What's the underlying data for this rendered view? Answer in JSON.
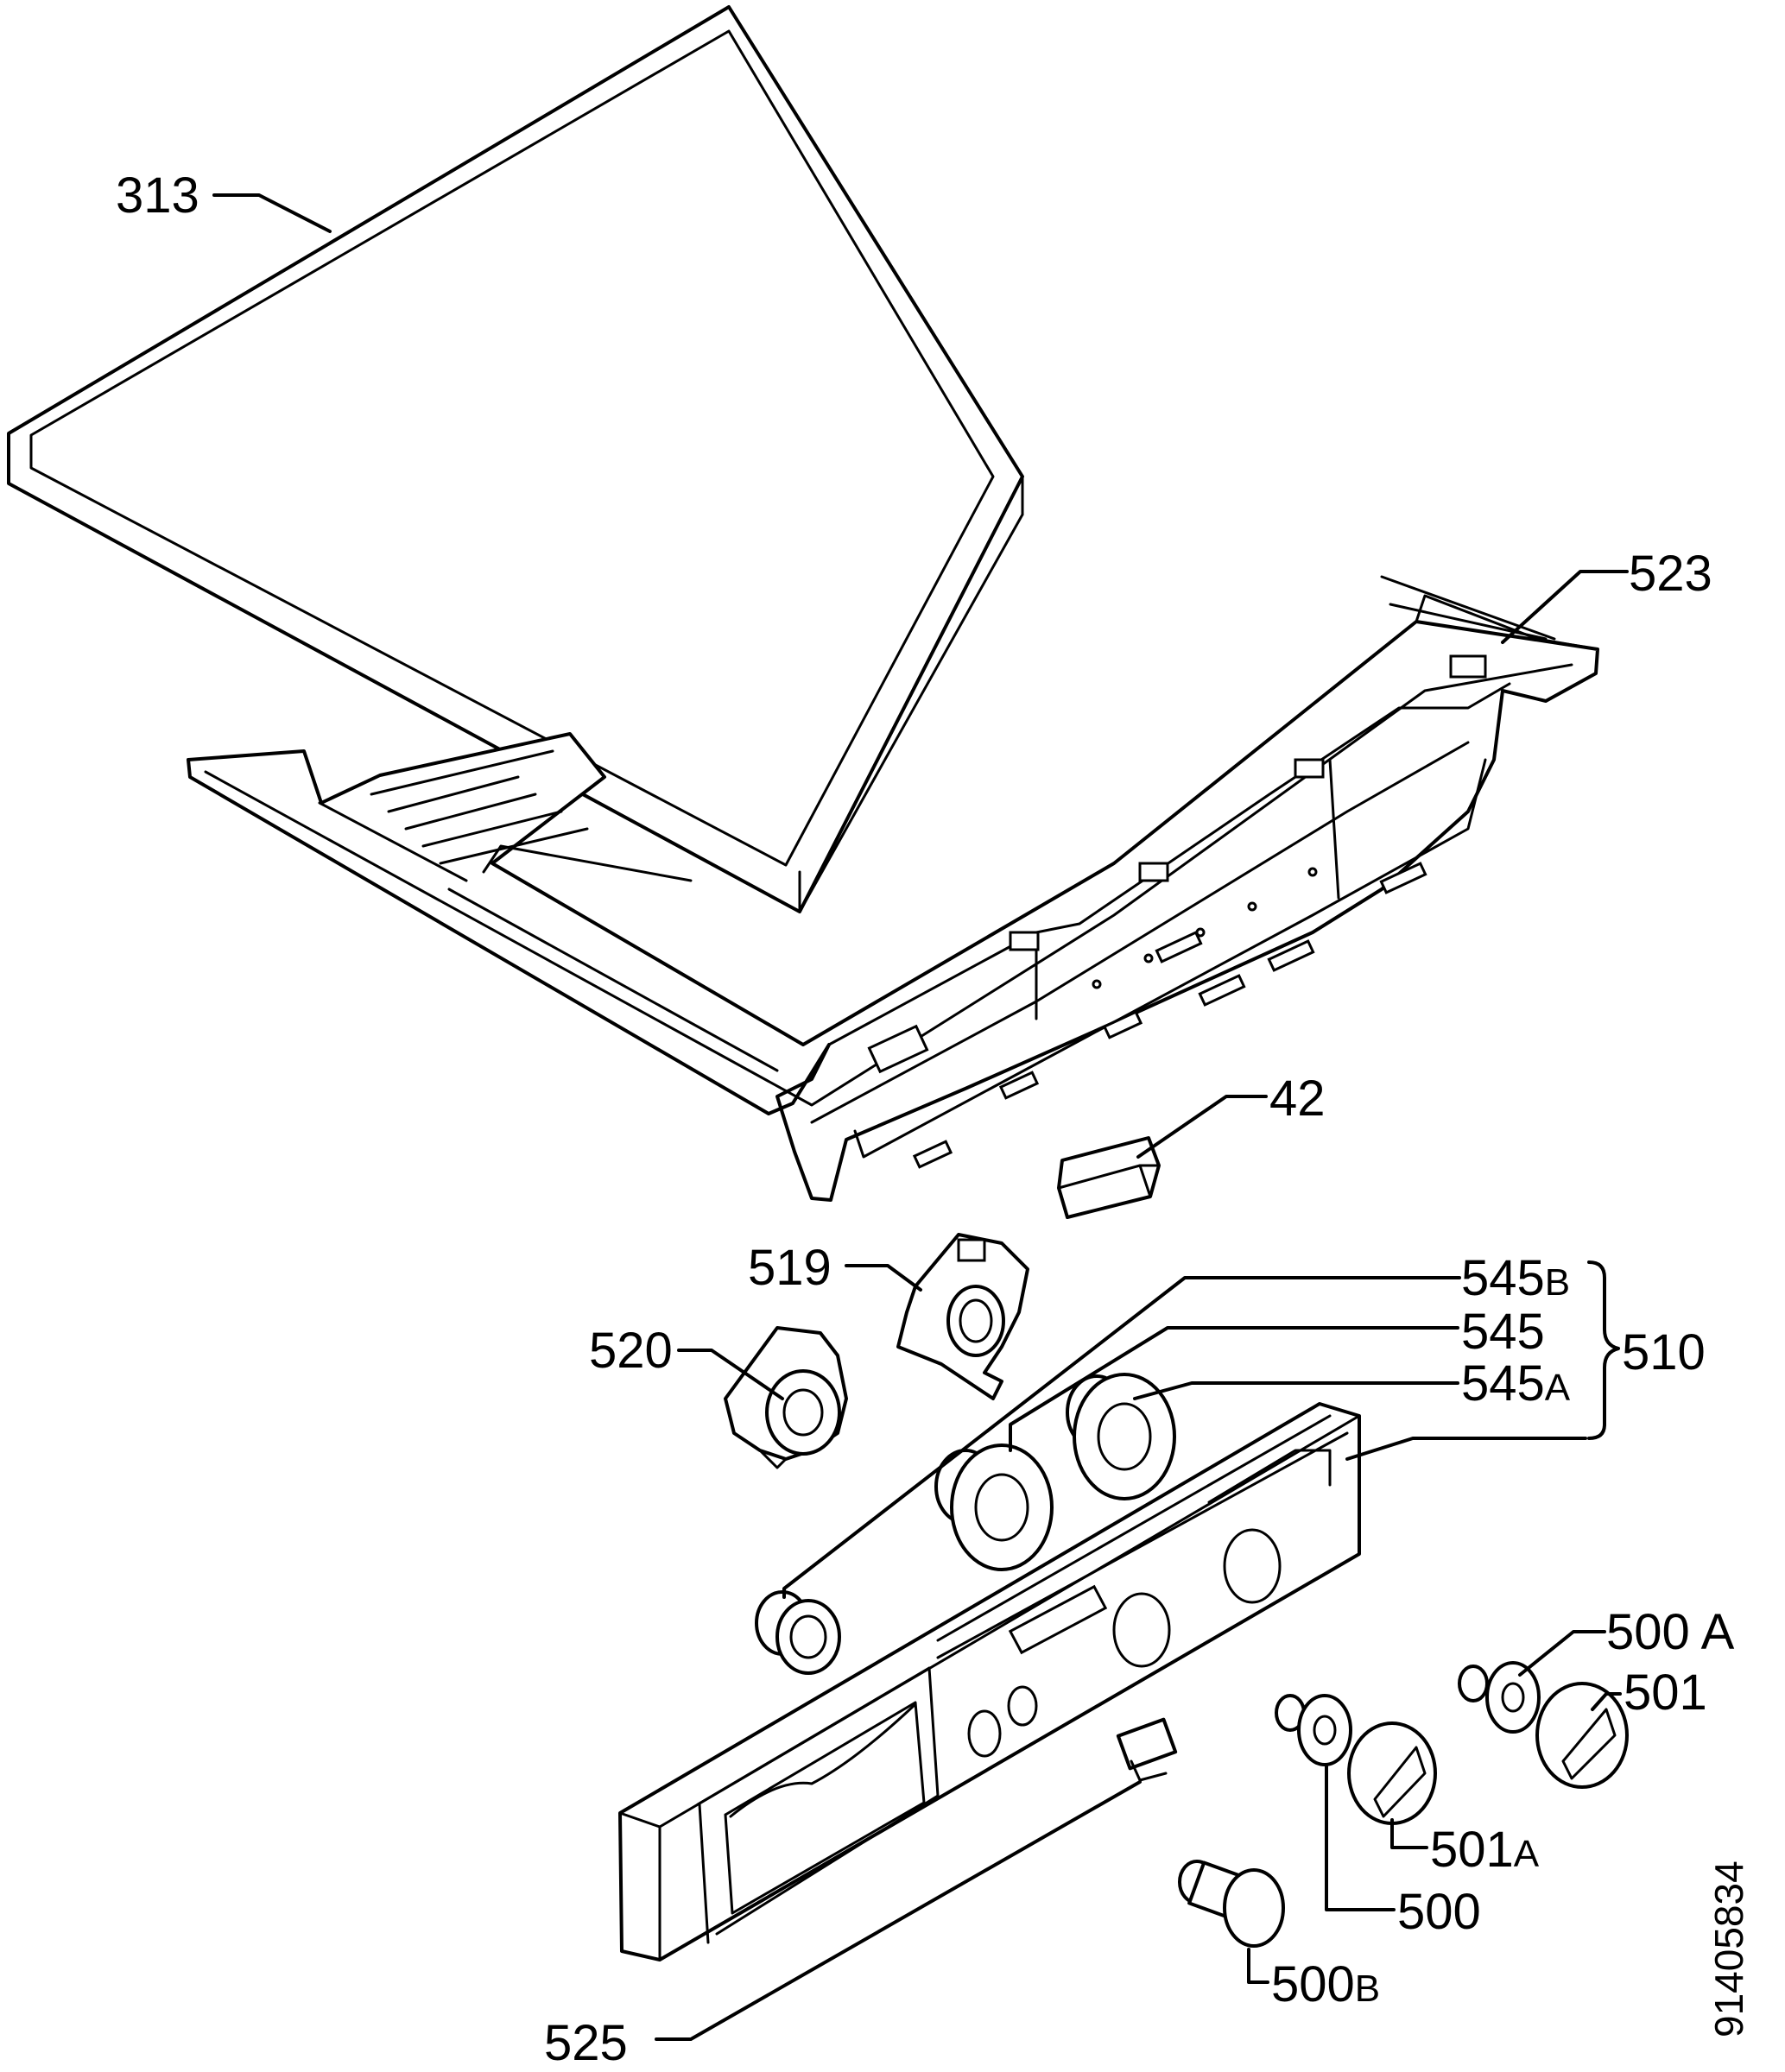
{
  "labels": {
    "p313": "313",
    "p523": "523",
    "p42": "42",
    "p519": "519",
    "p520": "520",
    "p545b": "545",
    "p545b_suffix": "B",
    "p545": "545",
    "p545a": "545",
    "p545a_suffix": "A",
    "p510": "510",
    "p500a": "500 A",
    "p501": "501",
    "p501a": "501",
    "p501a_suffix": "A",
    "p500": "500",
    "p500b": "500",
    "p500b_suffix": "B",
    "p525": "525"
  },
  "document_number": "91405834"
}
